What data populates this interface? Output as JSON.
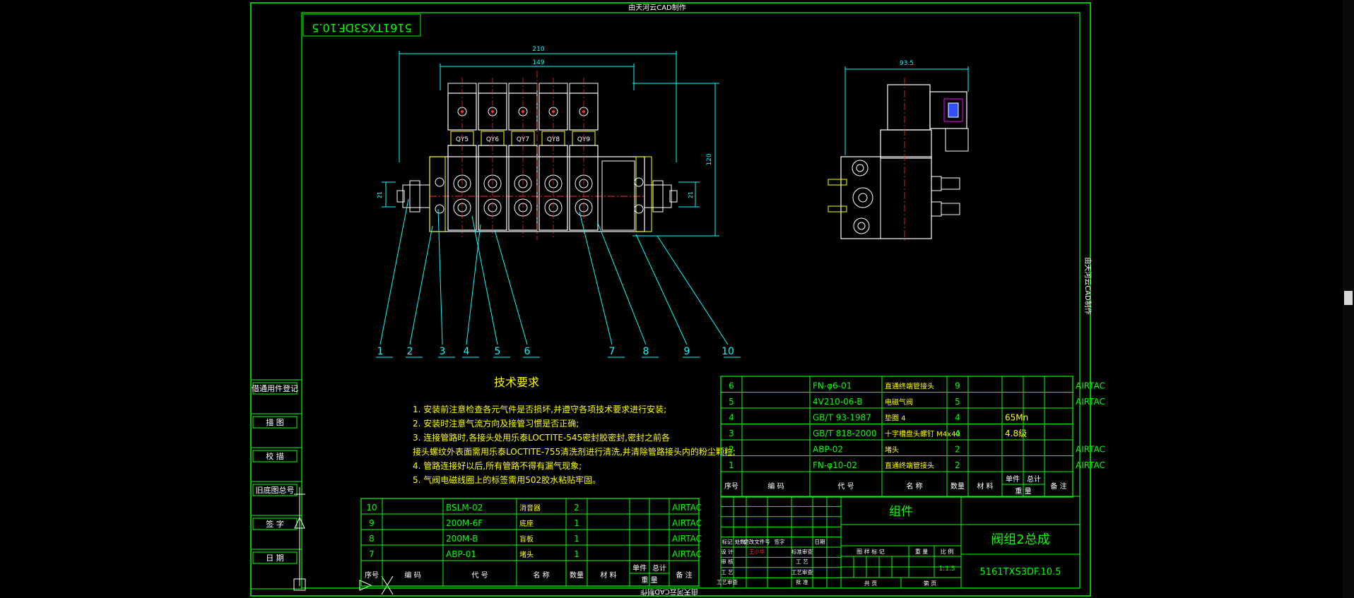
{
  "watermark": {
    "top": "由天河云CAD制作",
    "bottom": "由天河云CAD制作",
    "right": "由天河云CAD制作"
  },
  "drawing_no_mirror": "5161TXS3DF.10.5",
  "dims": {
    "overall": "210",
    "inner": "149",
    "height": "120",
    "left_port": "21",
    "right_port": "21",
    "side_width": "93.5"
  },
  "valve_labels": [
    "QY5",
    "QY6",
    "QY7",
    "QY8",
    "QY9"
  ],
  "balloons": [
    "1",
    "2",
    "3",
    "4",
    "5",
    "6",
    "7",
    "8",
    "9",
    "10"
  ],
  "tech": {
    "title": "技术要求",
    "lines": [
      "1. 安装前注意检查各元气件是否损坏,并遵守各项技术要求进行安装;",
      "2. 安装时注意气流方向及接管习惯是否正确;",
      "3. 连接管路时,各接头处用乐泰LOCTITE-545密封胶密封,密封之前各",
      "   接头螺纹外表面需用乐泰LOCTITE-755清洗剂进行清洗,并清除管路接头内的粉尘颗粒;",
      "4. 管路连接好以后,所有管路不得有漏气现象;",
      "5. 气阀电磁线圈上的标签需用502胶水粘贴牢固。"
    ]
  },
  "side_blocks": [
    "借通用件登记",
    "描 图",
    "校 描",
    "旧底图总号",
    "签 字",
    "日 期"
  ],
  "bom_right": {
    "rows": [
      [
        "6",
        "",
        "FN-φ6-01",
        "直通终端管接头",
        "9",
        "",
        "",
        "",
        "",
        "AIRTAC"
      ],
      [
        "5",
        "",
        "4V210-06-B",
        "电磁气阀",
        "5",
        "",
        "",
        "",
        "",
        "AIRTAC"
      ],
      [
        "4",
        "",
        "GB/T 93-1987",
        "垫圈 4",
        "4",
        "",
        "65Mn",
        "",
        "",
        ""
      ],
      [
        "3",
        "",
        "GB/T 818-2000",
        "十字槽盘头螺钉 M4x40",
        "4",
        "",
        "4.8级",
        "",
        "",
        ""
      ],
      [
        "2",
        "",
        "ABP-02",
        "堵头",
        "2",
        "",
        "",
        "",
        "",
        "AIRTAC"
      ],
      [
        "1",
        "",
        "FN-φ10-02",
        "直通终端管接头",
        "2",
        "",
        "",
        "",
        "",
        "AIRTAC"
      ]
    ],
    "header": [
      "序号",
      "编 码",
      "代 号",
      "名 称",
      "数量",
      "材 料",
      "单件",
      "总计",
      "备 注"
    ],
    "header_sub": "重 量"
  },
  "bom_left": {
    "rows": [
      [
        "10",
        "",
        "BSLM-02",
        "消音器",
        "2",
        "",
        "",
        "",
        "AIRTAC"
      ],
      [
        "9",
        "",
        "200M-6F",
        "底座",
        "1",
        "",
        "",
        "",
        "AIRTAC"
      ],
      [
        "8",
        "",
        "200M-B",
        "盲板",
        "1",
        "",
        "",
        "",
        "AIRTAC"
      ],
      [
        "7",
        "",
        "ABP-01",
        "堵头",
        "1",
        "",
        "",
        "",
        "AIRTAC"
      ]
    ],
    "header": [
      "序号",
      "编 码",
      "代 号",
      "名 称",
      "数量",
      "材 料",
      "单件",
      "总计",
      "备 注"
    ],
    "header_sub": "重 量"
  },
  "title_block": {
    "component": "组件",
    "name": "阀组2总成",
    "drawing_no": "5161TXS3DF.10.5",
    "scale": "1:1.5",
    "labels": {
      "mark": "标记",
      "count": "处数",
      "doc": "更改文件号",
      "sign": "签字",
      "date": "日期",
      "design": "设 计",
      "std": "标准审查",
      "check": "审 核",
      "process": "工 艺",
      "craft": "工艺审查",
      "approve": "批 准",
      "stage": "图 样 标 记",
      "weight": "重 量",
      "ratio": "比 例",
      "sheets": "共  页",
      "sheet": "第  页",
      "designer": "王小华"
    }
  },
  "colors": {
    "frame": "#00ff00",
    "cyan": "#00ffff",
    "yellow": "#ffff00",
    "white": "#ffffff",
    "red": "#ff3030",
    "blue": "#3050ff",
    "magenta": "#ff00ff"
  }
}
